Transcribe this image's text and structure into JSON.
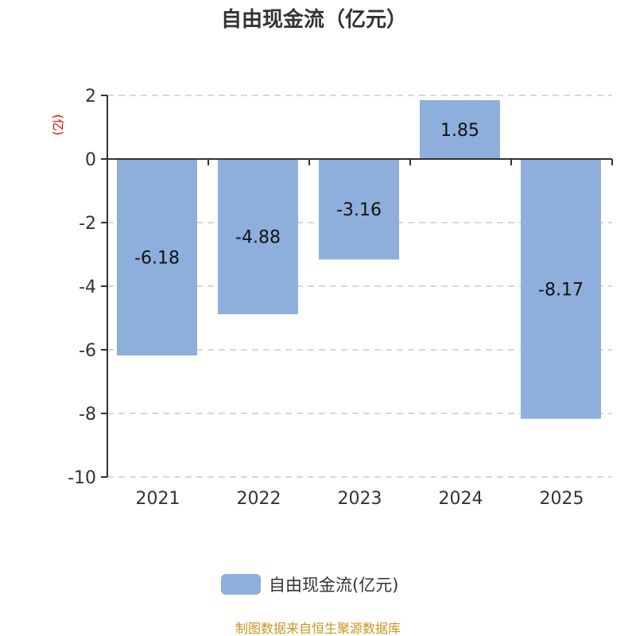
{
  "chart_data": {
    "type": "bar",
    "title": "自由现金流（亿元）",
    "ylabel": "(亿)",
    "xlabel": "",
    "categories": [
      "2021",
      "2022",
      "2023",
      "2024",
      "2025"
    ],
    "series": [
      {
        "name": "自由现金流(亿元)",
        "values": [
          -6.18,
          -4.88,
          -3.16,
          1.85,
          -8.17
        ],
        "color": "#8eaedb"
      }
    ],
    "data_labels": [
      "-6.18",
      "-4.88",
      "-3.16",
      "1.85",
      "-8.17"
    ],
    "ylim": [
      -10,
      2
    ],
    "yticks": [
      2,
      0,
      -2,
      -4,
      -6,
      -8,
      -10
    ],
    "grid": true,
    "legend_position": "bottom-center"
  },
  "footer": {
    "source": "制图数据来自恒生聚源数据库"
  }
}
